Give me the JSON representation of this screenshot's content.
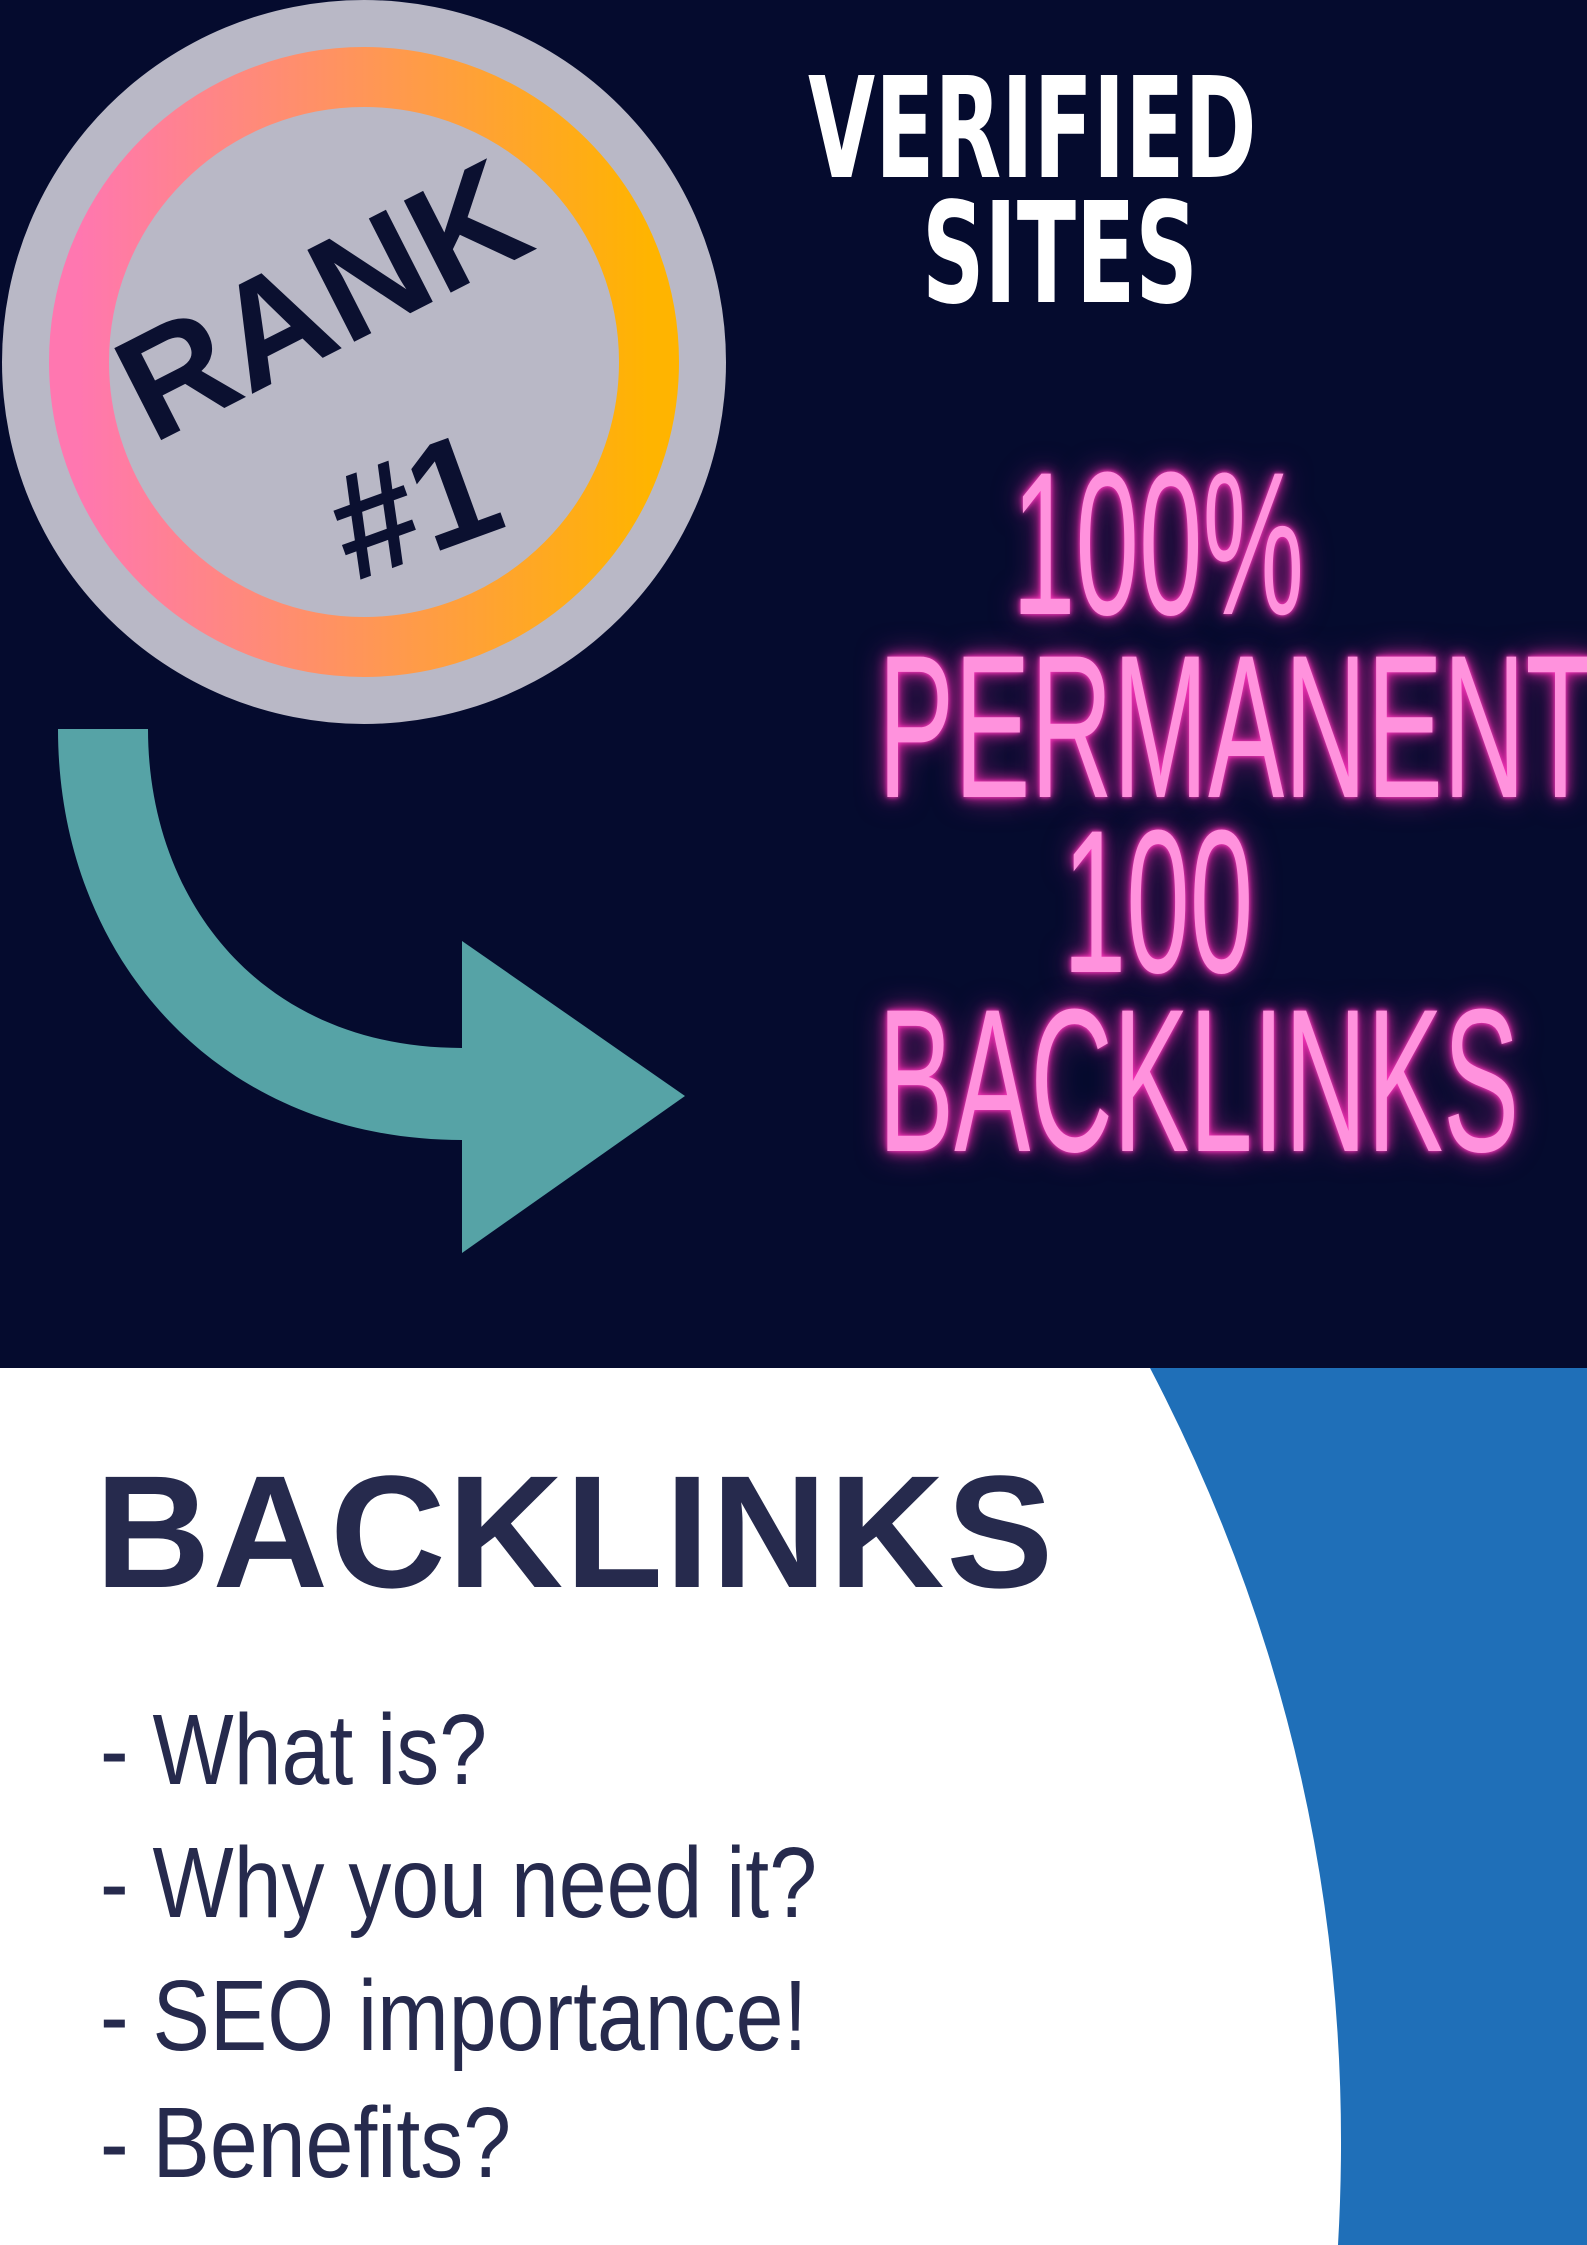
{
  "colors": {
    "top_background": "#050b2e",
    "badge_fill": "#b9b8c6",
    "ring_gradient_start": "#ff77b0",
    "ring_gradient_end": "#ffb400",
    "arrow": "#56a3a6",
    "neon_text": "#ff92dd",
    "neon_glow": "#ff2bb5",
    "heading_text": "#262a4d",
    "blue_arc": "#1f6fb8"
  },
  "badge": {
    "line1": "RANK",
    "line2": "#1"
  },
  "verified": {
    "line1": "VERIFIED",
    "line2": "SITES"
  },
  "headline": {
    "lines": [
      "100%",
      "PERMANENT",
      "100",
      "BACKLINKS"
    ]
  },
  "info": {
    "title": "BACKLINKS",
    "items": [
      "- What is?",
      "- Why you need it?",
      "- SEO importance!",
      "- Benefits?"
    ]
  }
}
